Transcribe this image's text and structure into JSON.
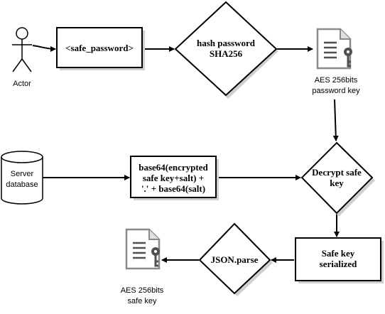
{
  "nodes": {
    "actor": {
      "label": "Actor"
    },
    "safe_password": {
      "label": "<safe_password>"
    },
    "hash": {
      "line1": "hash password",
      "line2": "SHA256"
    },
    "aes_password_key": {
      "line1": "AES 256bits",
      "line2": "password key"
    },
    "server_db": {
      "line1": "Server",
      "line2": "database"
    },
    "base64": {
      "line1": "base64(encrypted",
      "line2": "safe key+salt) +",
      "line3": "'.' + base64(salt)"
    },
    "decrypt": {
      "line1": "Decrypt safe",
      "line2": "key"
    },
    "safe_key_serialized": {
      "line1": "Safe key",
      "line2": "serialized"
    },
    "json_parse": {
      "label": "JSON.parse"
    },
    "aes_safe_key": {
      "line1": "AES 256bits",
      "line2": "safe key"
    }
  },
  "icons": {
    "actor": "stick-figure-icon",
    "key_doc": "key-document-icon",
    "database": "database-cylinder-icon"
  },
  "colors": {
    "stroke": "#000000",
    "shadow": "#cfcfcf",
    "icon_gray": "#8a8a8a",
    "icon_dark": "#505050"
  }
}
